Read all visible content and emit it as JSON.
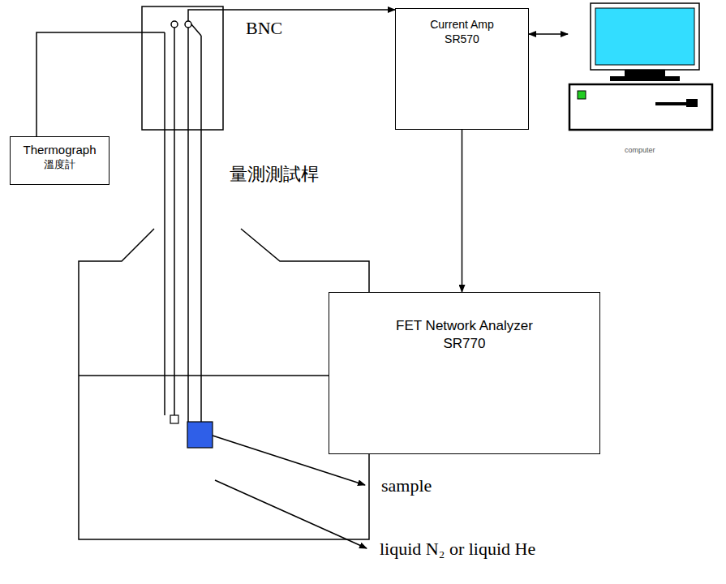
{
  "diagram": {
    "nodes": [
      {
        "text": [
          "Thermograph",
          "溫度計"
        ]
      },
      {
        "text": [
          "Current Amp SR570"
        ]
      },
      {
        "text": [
          "FET Network Analyzer SR770"
        ]
      }
    ],
    "edges": [
      {
        "from": 1,
        "to": 2,
        "arrow": "to"
      }
    ],
    "labels": [
      "BNC",
      "量測測試桿",
      "computer",
      "sample",
      "liquid N₂ or liquid He"
    ]
  }
}
